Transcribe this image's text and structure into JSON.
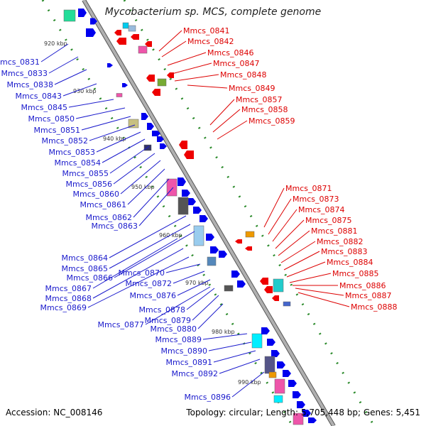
{
  "title": "Mycobacterium sp. MCS, complete genome",
  "accession_text": "Accession: NC_008146",
  "topology_text": "Topology: circular; Length: 5,705,448 bp; Genes: 5,451",
  "colors": {
    "left_label": "#1a1acc",
    "right_label": "#dd0000",
    "forward_gene": "#0000ee",
    "reverse_gene": "#ee0000",
    "axis": "#999999",
    "tick": "#2a8a2a"
  },
  "kbp_ticks": [
    "920 kbp",
    "930 kbp",
    "940 kbp",
    "950 kbp",
    "960 kbp",
    "970 kbp",
    "980 kbp",
    "990 kbp"
  ],
  "left_labels": [
    "Mmcs_0831",
    "Mmcs_0833",
    "Mmcs_0838",
    "Mmcs_0843",
    "Mmcs_0845",
    "Mmcs_0850",
    "Mmcs_0851",
    "Mmcs_0852",
    "Mmcs_0853",
    "Mmcs_0854",
    "Mmcs_0855",
    "Mmcs_0856",
    "Mmcs_0860",
    "Mmcs_0861",
    "Mmcs_0862",
    "Mmcs_0863",
    "Mmcs_0864",
    "Mmcs_0865",
    "Mmcs_0866",
    "Mmcs_0867",
    "Mmcs_0868",
    "Mmcs_0869",
    "Mmcs_0870",
    "Mmcs_0872",
    "Mmcs_0876",
    "Mmcs_0878",
    "Mmcs_0879",
    "Mmcs_0877",
    "Mmcs_0880",
    "Mmcs_0889",
    "Mmcs_0890",
    "Mmcs_0891",
    "Mmcs_0892",
    "Mmcs_0896"
  ],
  "right_labels": [
    "Mmcs_0841",
    "Mmcs_0842",
    "Mmcs_0846",
    "Mmcs_0847",
    "Mmcs_0848",
    "Mmcs_0849",
    "Mmcs_0857",
    "Mmcs_0858",
    "Mmcs_0859",
    "Mmcs_0871",
    "Mmcs_0873",
    "Mmcs_0874",
    "Mmcs_0875",
    "Mmcs_0881",
    "Mmcs_0882",
    "Mmcs_0883",
    "Mmcs_0884",
    "Mmcs_0885",
    "Mmcs_0886",
    "Mmcs_0887",
    "Mmcs_0888"
  ]
}
